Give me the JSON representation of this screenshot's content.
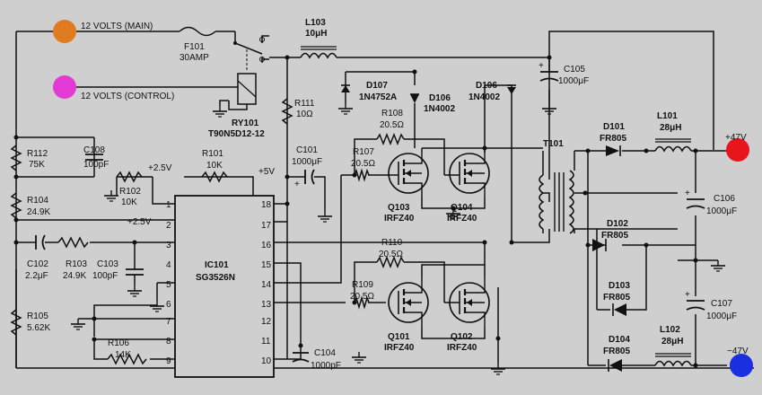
{
  "colors": {
    "background": "#cfcfcf",
    "wire": "#111111",
    "terminal_main": "#e07b1f",
    "terminal_control": "#e33ad6",
    "terminal_positive": "#e8141e",
    "terminal_negative": "#1a2fe0"
  },
  "terminals": {
    "main": "12 VOLTS (MAIN)",
    "control": "12 VOLTS (CONTROL)",
    "positive": "+47V",
    "negative": "−47V"
  },
  "components": {
    "f101": {
      "ref": "F101",
      "value": "30AMP"
    },
    "l103": {
      "ref": "L103",
      "value": "10μH"
    },
    "ry101": {
      "ref": "RY101",
      "part": "T90N5D12-12"
    },
    "r111": {
      "ref": "R111",
      "value": "10Ω"
    },
    "r112": {
      "ref": "R112",
      "value": "75K"
    },
    "c108": {
      "ref": "C108",
      "value": "100pF"
    },
    "r104": {
      "ref": "R104",
      "value": "24.9K"
    },
    "r102": {
      "ref": "R102",
      "value": "10K"
    },
    "r101": {
      "ref": "R101",
      "value": "10K"
    },
    "c101": {
      "ref": "C101",
      "value": "1000μF"
    },
    "c102": {
      "ref": "C102",
      "value": "2.2μF"
    },
    "r103": {
      "ref": "R103",
      "value": "24.9K"
    },
    "c103": {
      "ref": "C103",
      "value": "100pF"
    },
    "ic101": {
      "ref": "IC101",
      "part": "SG3526N"
    },
    "r105": {
      "ref": "R105",
      "value": "5.62K"
    },
    "r106": {
      "ref": "R106",
      "value": "14K"
    },
    "c104": {
      "ref": "C104",
      "value": "1000pF"
    },
    "d107": {
      "ref": "D107",
      "part": "1N4752A"
    },
    "d106a": {
      "ref": "D106",
      "part": "1N4002"
    },
    "d106b": {
      "ref": "D106",
      "part": "1N4002"
    },
    "r108": {
      "ref": "R108",
      "value": "20.5Ω"
    },
    "r107": {
      "ref": "R107",
      "value": "20.5Ω"
    },
    "q103": {
      "ref": "Q103",
      "part": "IRFZ40"
    },
    "q104": {
      "ref": "Q104",
      "part": "IRFZ40"
    },
    "r110": {
      "ref": "R110",
      "value": "20.5Ω"
    },
    "r109": {
      "ref": "R109",
      "value": "20.5Ω"
    },
    "q101": {
      "ref": "Q101",
      "part": "IRFZ40"
    },
    "q102": {
      "ref": "Q102",
      "part": "IRFZ40"
    },
    "c105": {
      "ref": "C105",
      "value": "1000μF"
    },
    "t101": {
      "ref": "T101"
    },
    "d101": {
      "ref": "D101",
      "part": "FR805"
    },
    "l101": {
      "ref": "L101",
      "value": "28μH"
    },
    "c106": {
      "ref": "C106",
      "value": "1000μF"
    },
    "d102": {
      "ref": "D102",
      "part": "FR805"
    },
    "d103": {
      "ref": "D103",
      "part": "FR805"
    },
    "c107": {
      "ref": "C107",
      "value": "1000μF"
    },
    "d104": {
      "ref": "D104",
      "part": "FR805"
    },
    "l102": {
      "ref": "L102",
      "value": "28μH"
    }
  },
  "net_labels": {
    "v25_top": "+2.5V",
    "v5": "+5V",
    "v25_left": "+2.5V"
  },
  "ic_pins_left": [
    "1",
    "2",
    "3",
    "4",
    "5",
    "6",
    "7",
    "8",
    "9"
  ],
  "ic_pins_right": [
    "18",
    "17",
    "16",
    "15",
    "14",
    "13",
    "12",
    "11",
    "10"
  ]
}
